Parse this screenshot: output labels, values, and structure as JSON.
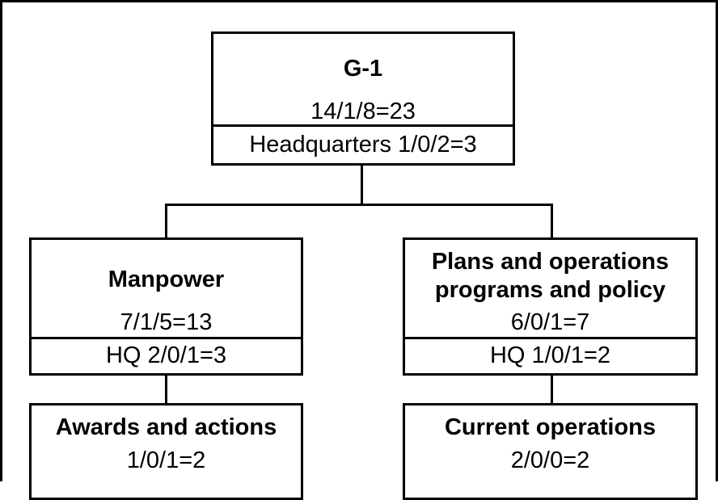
{
  "nodes": {
    "g1": {
      "title": "G-1",
      "count": "14/1/8=23",
      "sub": "Headquarters 1/0/2=3"
    },
    "manpower": {
      "title": "Manpower",
      "count": "7/1/5=13",
      "sub": "HQ 2/0/1=3"
    },
    "plans": {
      "title_line1": "Plans and operations",
      "title_line2": "programs and policy",
      "count": "6/0/1=7",
      "sub": "HQ 1/0/1=2"
    },
    "awards": {
      "title": "Awards and actions",
      "count": "1/0/1=2"
    },
    "current": {
      "title": "Current operations",
      "count": "2/0/0=2"
    }
  }
}
